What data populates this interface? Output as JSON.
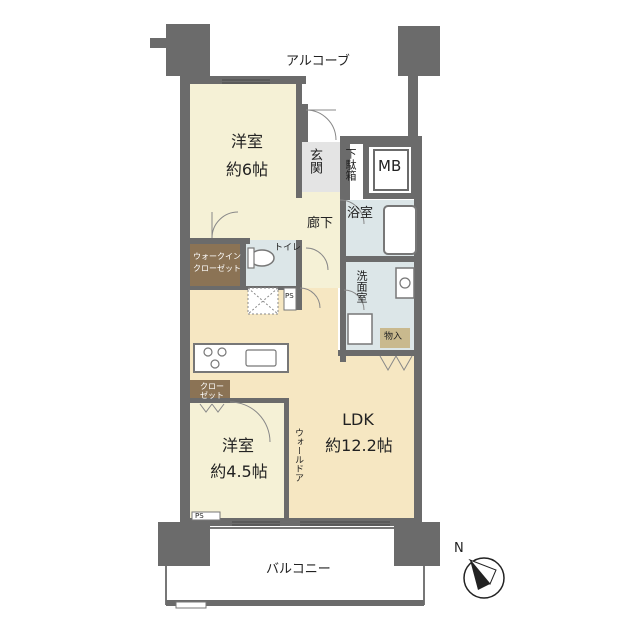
{
  "rooms": {
    "western_room_1": {
      "name": "洋室",
      "size": "約6帖"
    },
    "western_room_2": {
      "name": "洋室",
      "size": "約4.5帖"
    },
    "ldk": {
      "name": "LDK",
      "size": "約12.2帖"
    },
    "bath": "浴室",
    "washroom": "洗面室",
    "entrance": "玄関",
    "shoe_box": "下駄箱",
    "hallway": "廊下",
    "toilet": "トイレ",
    "mb": "MB",
    "storage": "物入",
    "walk_in_closet_1": "ウォークイン",
    "walk_in_closet_2": "クローゼット",
    "closet_1": "クロー",
    "closet_2": "ゼット",
    "ps_upper": "PS",
    "ps_lower": "PS",
    "wall_door": "ウォールドア"
  },
  "exterior": {
    "alcove": "アルコーブ",
    "balcony": "バルコニー"
  },
  "compass": {
    "north": "N"
  },
  "colors": {
    "wall": "#6b6b6b",
    "room_floor": "#f5f1d6",
    "ldk_floor": "#f6e7c2",
    "wet_floor": "#dce6e8",
    "closet_floor": "#8b7355"
  }
}
